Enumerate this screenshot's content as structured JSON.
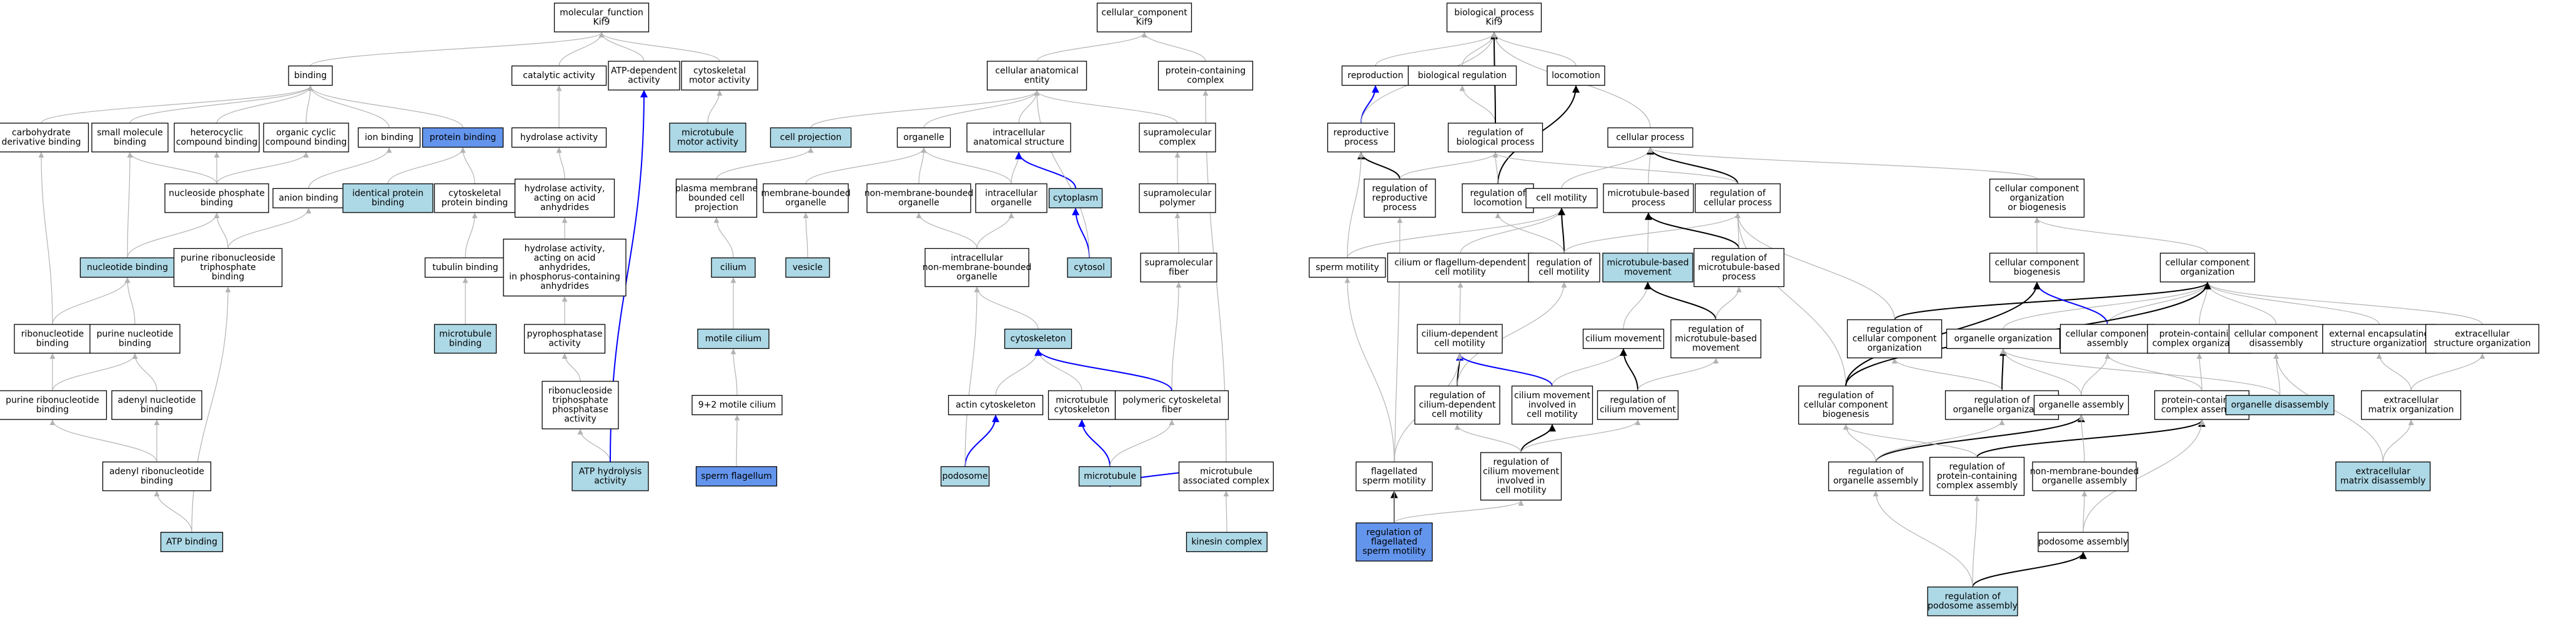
{
  "colors": {
    "default_fill": "#ffffff",
    "light_blue_fill": "#add8e6",
    "blue_fill": "#6495ed",
    "gray_edge": "#b3b3b3",
    "black_edge": "#000000",
    "blue_edge": "#0000ff"
  },
  "nodes": [
    {
      "id": "mf",
      "lines": [
        "molecular_function",
        "Kif9"
      ],
      "fill": "default"
    },
    {
      "id": "binding",
      "lines": [
        "binding"
      ],
      "fill": "default"
    },
    {
      "id": "catalytic",
      "lines": [
        "catalytic activity"
      ],
      "fill": "default"
    },
    {
      "id": "atpdep",
      "lines": [
        "ATP-dependent",
        "activity"
      ],
      "fill": "default"
    },
    {
      "id": "cytomotor",
      "lines": [
        "cytoskeletal",
        "motor activity"
      ],
      "fill": "default"
    },
    {
      "id": "carbo",
      "lines": [
        "carbohydrate",
        "derivative binding"
      ],
      "fill": "default"
    },
    {
      "id": "smallmol",
      "lines": [
        "small molecule",
        "binding"
      ],
      "fill": "default"
    },
    {
      "id": "hetero",
      "lines": [
        "heterocyclic",
        "compound binding"
      ],
      "fill": "default"
    },
    {
      "id": "orgcyc",
      "lines": [
        "organic cyclic",
        "compound binding"
      ],
      "fill": "default"
    },
    {
      "id": "ionbind",
      "lines": [
        "ion binding"
      ],
      "fill": "default"
    },
    {
      "id": "protbind",
      "lines": [
        "protein binding"
      ],
      "fill": "blue"
    },
    {
      "id": "hydrolase",
      "lines": [
        "hydrolase activity"
      ],
      "fill": "default"
    },
    {
      "id": "mtmotor",
      "lines": [
        "microtubule",
        "motor activity"
      ],
      "fill": "lightblue"
    },
    {
      "id": "nucphos",
      "lines": [
        "nucleoside phosphate",
        "binding"
      ],
      "fill": "default"
    },
    {
      "id": "anion",
      "lines": [
        "anion binding"
      ],
      "fill": "default"
    },
    {
      "id": "identprot",
      "lines": [
        "identical protein",
        "binding"
      ],
      "fill": "lightblue"
    },
    {
      "id": "cytoprot",
      "lines": [
        "cytoskeletal",
        "protein binding"
      ],
      "fill": "default"
    },
    {
      "id": "hydacid",
      "lines": [
        "hydrolase activity,",
        "acting on acid",
        "anhydrides"
      ],
      "fill": "default"
    },
    {
      "id": "nucbind",
      "lines": [
        "nucleotide binding"
      ],
      "fill": "lightblue"
    },
    {
      "id": "purtri",
      "lines": [
        "purine ribonucleoside",
        "triphosphate",
        "binding"
      ],
      "fill": "default"
    },
    {
      "id": "tubulin",
      "lines": [
        "tubulin binding"
      ],
      "fill": "default"
    },
    {
      "id": "hydphos",
      "lines": [
        "hydrolase activity,",
        "acting on acid",
        "anhydrides,",
        "in phosphorus-containing",
        "anhydrides"
      ],
      "fill": "default"
    },
    {
      "id": "ribonuc",
      "lines": [
        "ribonucleotide",
        "binding"
      ],
      "fill": "default"
    },
    {
      "id": "purnuc",
      "lines": [
        "purine nucleotide",
        "binding"
      ],
      "fill": "default"
    },
    {
      "id": "mtbind",
      "lines": [
        "microtubule",
        "binding"
      ],
      "fill": "lightblue"
    },
    {
      "id": "pyrophos",
      "lines": [
        "pyrophosphatase",
        "activity"
      ],
      "fill": "default"
    },
    {
      "id": "purribo",
      "lines": [
        "purine ribonucleotide",
        "binding"
      ],
      "fill": "default"
    },
    {
      "id": "adenyl",
      "lines": [
        "adenyl nucleotide",
        "binding"
      ],
      "fill": "default"
    },
    {
      "id": "ribotri",
      "lines": [
        "ribonucleoside",
        "triphosphate",
        "phosphatase",
        "activity"
      ],
      "fill": "default"
    },
    {
      "id": "adenylribo",
      "lines": [
        "adenyl ribonucleotide",
        "binding"
      ],
      "fill": "default"
    },
    {
      "id": "atphyd",
      "lines": [
        "ATP hydrolysis",
        "activity"
      ],
      "fill": "lightblue"
    },
    {
      "id": "atpbind",
      "lines": [
        "ATP binding"
      ],
      "fill": "lightblue"
    },
    {
      "id": "cc",
      "lines": [
        "cellular_component",
        "Kif9"
      ],
      "fill": "default"
    },
    {
      "id": "cae",
      "lines": [
        "cellular anatomical",
        "entity"
      ],
      "fill": "default"
    },
    {
      "id": "pcc",
      "lines": [
        "protein-containing",
        "complex"
      ],
      "fill": "default"
    },
    {
      "id": "cellproj",
      "lines": [
        "cell projection"
      ],
      "fill": "lightblue"
    },
    {
      "id": "organelle",
      "lines": [
        "organelle"
      ],
      "fill": "default"
    },
    {
      "id": "intraanat",
      "lines": [
        "intracellular",
        "anatomical structure"
      ],
      "fill": "default"
    },
    {
      "id": "supracx",
      "lines": [
        "supramolecular",
        "complex"
      ],
      "fill": "default"
    },
    {
      "id": "pmbcp",
      "lines": [
        "plasma membrane",
        "bounded cell",
        "projection"
      ],
      "fill": "default"
    },
    {
      "id": "membbound",
      "lines": [
        "membrane-bounded",
        "organelle"
      ],
      "fill": "default"
    },
    {
      "id": "nonmemb",
      "lines": [
        "non-membrane-bounded",
        "organelle"
      ],
      "fill": "default"
    },
    {
      "id": "intraorg",
      "lines": [
        "intracellular",
        "organelle"
      ],
      "fill": "default"
    },
    {
      "id": "cytoplasm",
      "lines": [
        "cytoplasm"
      ],
      "fill": "lightblue"
    },
    {
      "id": "suprapoly",
      "lines": [
        "supramolecular",
        "polymer"
      ],
      "fill": "default"
    },
    {
      "id": "cilium",
      "lines": [
        "cilium"
      ],
      "fill": "lightblue"
    },
    {
      "id": "vesicle",
      "lines": [
        "vesicle"
      ],
      "fill": "lightblue"
    },
    {
      "id": "intranonmemb",
      "lines": [
        "intracellular",
        "non-membrane-bounded",
        "organelle"
      ],
      "fill": "default"
    },
    {
      "id": "cytosol",
      "lines": [
        "cytosol"
      ],
      "fill": "lightblue"
    },
    {
      "id": "suprafiber",
      "lines": [
        "supramolecular",
        "fiber"
      ],
      "fill": "default"
    },
    {
      "id": "motilecil",
      "lines": [
        "motile cilium"
      ],
      "fill": "lightblue"
    },
    {
      "id": "cytoskel",
      "lines": [
        "cytoskeleton"
      ],
      "fill": "lightblue"
    },
    {
      "id": "ninetwo",
      "lines": [
        "9+2 motile cilium"
      ],
      "fill": "default"
    },
    {
      "id": "actincyto",
      "lines": [
        "actin cytoskeleton"
      ],
      "fill": "default"
    },
    {
      "id": "mtcyto",
      "lines": [
        "microtubule",
        "cytoskeleton"
      ],
      "fill": "default"
    },
    {
      "id": "polycyto",
      "lines": [
        "polymeric cytoskeletal",
        "fiber"
      ],
      "fill": "default"
    },
    {
      "id": "spermflag",
      "lines": [
        "sperm flagellum"
      ],
      "fill": "blue"
    },
    {
      "id": "podosome",
      "lines": [
        "podosome"
      ],
      "fill": "lightblue"
    },
    {
      "id": "microtubule",
      "lines": [
        "microtubule"
      ],
      "fill": "lightblue"
    },
    {
      "id": "mtassoc",
      "lines": [
        "microtubule",
        "associated complex"
      ],
      "fill": "default"
    },
    {
      "id": "kinesin",
      "lines": [
        "kinesin complex"
      ],
      "fill": "lightblue"
    },
    {
      "id": "bp",
      "lines": [
        "biological_process",
        "Kif9"
      ],
      "fill": "default"
    },
    {
      "id": "repro",
      "lines": [
        "reproduction"
      ],
      "fill": "default"
    },
    {
      "id": "bioreg",
      "lines": [
        "biological regulation"
      ],
      "fill": "default"
    },
    {
      "id": "locomotion",
      "lines": [
        "locomotion"
      ],
      "fill": "default"
    },
    {
      "id": "reproproc",
      "lines": [
        "reproductive",
        "process"
      ],
      "fill": "default"
    },
    {
      "id": "regbio",
      "lines": [
        "regulation of",
        "biological process"
      ],
      "fill": "default"
    },
    {
      "id": "cellproc",
      "lines": [
        "cellular process"
      ],
      "fill": "default"
    },
    {
      "id": "regrepro",
      "lines": [
        "regulation of",
        "reproductive",
        "process"
      ],
      "fill": "default"
    },
    {
      "id": "regloco",
      "lines": [
        "regulation of",
        "locomotion"
      ],
      "fill": "default"
    },
    {
      "id": "cellmot",
      "lines": [
        "cell motility"
      ],
      "fill": "default"
    },
    {
      "id": "mtbased",
      "lines": [
        "microtubule-based",
        "process"
      ],
      "fill": "default"
    },
    {
      "id": "regcellproc",
      "lines": [
        "regulation of",
        "cellular process"
      ],
      "fill": "default"
    },
    {
      "id": "ccob",
      "lines": [
        "cellular component",
        "organization",
        "or biogenesis"
      ],
      "fill": "default"
    },
    {
      "id": "spermmot",
      "lines": [
        "sperm motility"
      ],
      "fill": "default"
    },
    {
      "id": "ciliumflag",
      "lines": [
        "cilium or flagellum-dependent",
        "cell motility"
      ],
      "fill": "default"
    },
    {
      "id": "regcellmot",
      "lines": [
        "regulation of",
        "cell motility"
      ],
      "fill": "default"
    },
    {
      "id": "mtmove",
      "lines": [
        "microtubule-based",
        "movement"
      ],
      "fill": "lightblue"
    },
    {
      "id": "regmtproc",
      "lines": [
        "regulation of",
        "microtubule-based",
        "process"
      ],
      "fill": "default"
    },
    {
      "id": "ccbio",
      "lines": [
        "cellular component",
        "biogenesis"
      ],
      "fill": "default"
    },
    {
      "id": "ccorg",
      "lines": [
        "cellular component",
        "organization"
      ],
      "fill": "default"
    },
    {
      "id": "ciliumdep",
      "lines": [
        "cilium-dependent",
        "cell motility"
      ],
      "fill": "default"
    },
    {
      "id": "ciliummove",
      "lines": [
        "cilium movement"
      ],
      "fill": "default"
    },
    {
      "id": "regmtmove",
      "lines": [
        "regulation of",
        "microtubule-based",
        "movement"
      ],
      "fill": "default"
    },
    {
      "id": "regccorg",
      "lines": [
        "regulation of",
        "cellular component",
        "organization"
      ],
      "fill": "default"
    },
    {
      "id": "orgorg",
      "lines": [
        "organelle organization"
      ],
      "fill": "default"
    },
    {
      "id": "ccassem",
      "lines": [
        "cellular component",
        "assembly"
      ],
      "fill": "default"
    },
    {
      "id": "pccorg",
      "lines": [
        "protein-containing",
        "complex organization"
      ],
      "fill": "default"
    },
    {
      "id": "ccdis",
      "lines": [
        "cellular component",
        "disassembly"
      ],
      "fill": "default"
    },
    {
      "id": "extencap",
      "lines": [
        "external encapsulating",
        "structure organization"
      ],
      "fill": "default"
    },
    {
      "id": "extrastruct",
      "lines": [
        "extracellular",
        "structure organization"
      ],
      "fill": "default"
    },
    {
      "id": "regciliumdep",
      "lines": [
        "regulation of",
        "cilium-dependent",
        "cell motility"
      ],
      "fill": "default"
    },
    {
      "id": "ciliummot",
      "lines": [
        "cilium movement",
        "involved in",
        "cell motility"
      ],
      "fill": "default"
    },
    {
      "id": "regciliummove",
      "lines": [
        "regulation of",
        "cilium movement"
      ],
      "fill": "default"
    },
    {
      "id": "regccbio",
      "lines": [
        "regulation of",
        "cellular component",
        "biogenesis"
      ],
      "fill": "default"
    },
    {
      "id": "regorgorg",
      "lines": [
        "regulation of",
        "organelle organization"
      ],
      "fill": "default"
    },
    {
      "id": "orgassem",
      "lines": [
        "organelle assembly"
      ],
      "fill": "default"
    },
    {
      "id": "pcassem",
      "lines": [
        "protein-containing",
        "complex assembly"
      ],
      "fill": "default"
    },
    {
      "id": "orgdis",
      "lines": [
        "organelle disassembly"
      ],
      "fill": "lightblue"
    },
    {
      "id": "extramatorg",
      "lines": [
        "extracellular",
        "matrix organization"
      ],
      "fill": "default"
    },
    {
      "id": "flagmot",
      "lines": [
        "flagellated",
        "sperm motility"
      ],
      "fill": "default"
    },
    {
      "id": "regciliummot",
      "lines": [
        "regulation of",
        "cilium movement",
        "involved in",
        "cell motility"
      ],
      "fill": "default"
    },
    {
      "id": "regorgassem",
      "lines": [
        "regulation of",
        "organelle assembly"
      ],
      "fill": "default"
    },
    {
      "id": "regpcassem",
      "lines": [
        "regulation of",
        "protein-containing",
        "complex assembly"
      ],
      "fill": "default"
    },
    {
      "id": "nonmembassem",
      "lines": [
        "non-membrane-bounded",
        "organelle assembly"
      ],
      "fill": "default"
    },
    {
      "id": "extramatdis",
      "lines": [
        "extracellular",
        "matrix disassembly"
      ],
      "fill": "lightblue"
    },
    {
      "id": "regflagmot",
      "lines": [
        "regulation of",
        "flagellated",
        "sperm motility"
      ],
      "fill": "blue"
    },
    {
      "id": "podoassem",
      "lines": [
        "podosome assembly"
      ],
      "fill": "default"
    },
    {
      "id": "regpodoassem",
      "lines": [
        "regulation of",
        "podosome assembly"
      ],
      "fill": "lightblue"
    }
  ]
}
